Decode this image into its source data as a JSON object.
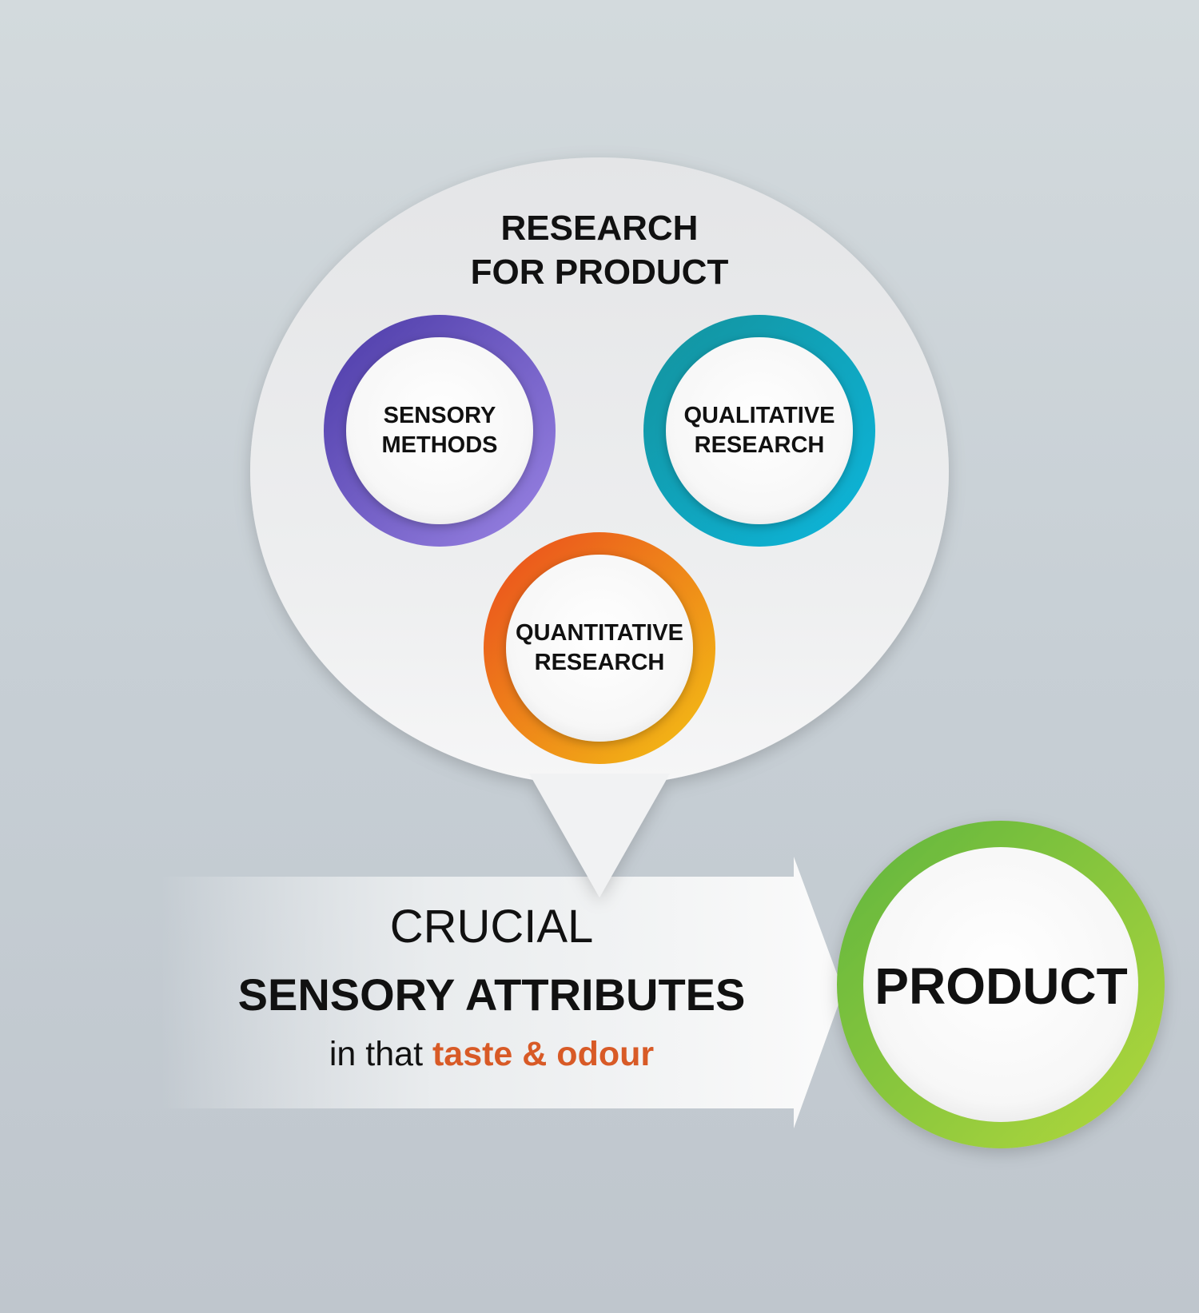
{
  "title": {
    "line1": "RESEARCH",
    "line2": "FOR PRODUCT"
  },
  "methods": [
    {
      "line1": "SENSORY",
      "line2": "METHODS",
      "color": "#6a4fc6"
    },
    {
      "line1": "QUALITATIVE",
      "line2": "RESEARCH",
      "color": "#0fa3b8"
    },
    {
      "line1": "QUANTITATIVE",
      "line2": "RESEARCH",
      "color": "#ee7d1d"
    }
  ],
  "arrow": {
    "line1": "CRUCIAL",
    "line2": "SENSORY ATTRIBUTES",
    "line3_prefix": "in that",
    "line3_accent": "taste & odour",
    "accent_color": "#d85a26"
  },
  "product": {
    "label": "PRODUCT",
    "color": "#7cc23f"
  }
}
